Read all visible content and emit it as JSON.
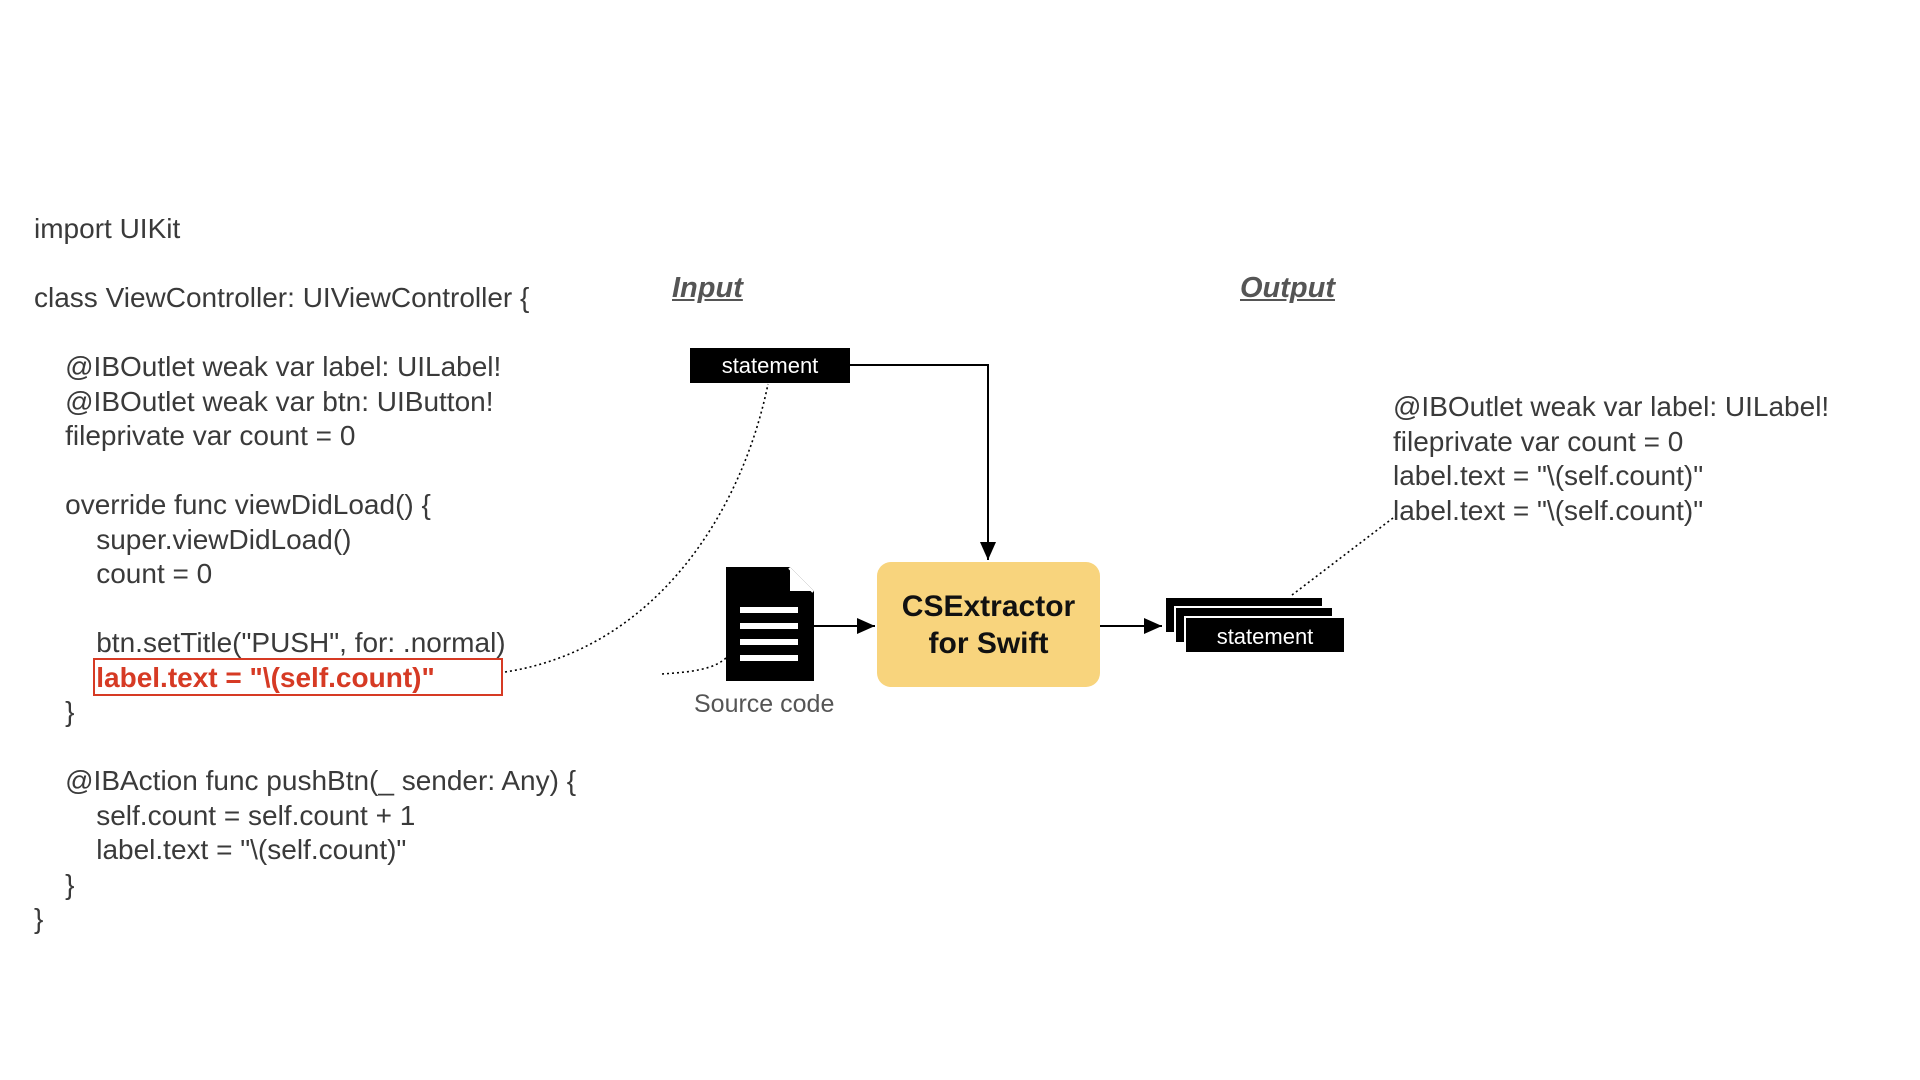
{
  "code": {
    "lines": [
      "import UIKit",
      "",
      "class ViewController: UIViewController {",
      "",
      "    @IBOutlet weak var label: UILabel!",
      "    @IBOutlet weak var btn: UIButton!",
      "    fileprivate var count = 0",
      "",
      "    override func viewDidLoad() {",
      "        super.viewDidLoad()",
      "        count = 0",
      "",
      "        btn.setTitle(\"PUSH\", for: .normal)",
      "        label.text = \"\\(self.count)\"",
      "    }",
      "",
      "    @IBAction func pushBtn(_ sender: Any) {",
      "        self.count = self.count + 1",
      "        label.text = \"\\(self.count)\"",
      "    }",
      "}"
    ],
    "highlighted_index": 13,
    "highlight_color": "#d63a24"
  },
  "input_heading": "Input",
  "output_heading": "Output",
  "input_statement": "statement",
  "output_statement": "statement",
  "extractor": {
    "line1": "CSExtractor",
    "line2": "for Swift",
    "color": "#f8d47d"
  },
  "source_code_label": "Source code",
  "output_lines": [
    "@IBOutlet weak var label: UILabel!",
    "fileprivate var count = 0",
    "label.text = \"\\(self.count)\"",
    "label.text = \"\\(self.count)\""
  ]
}
